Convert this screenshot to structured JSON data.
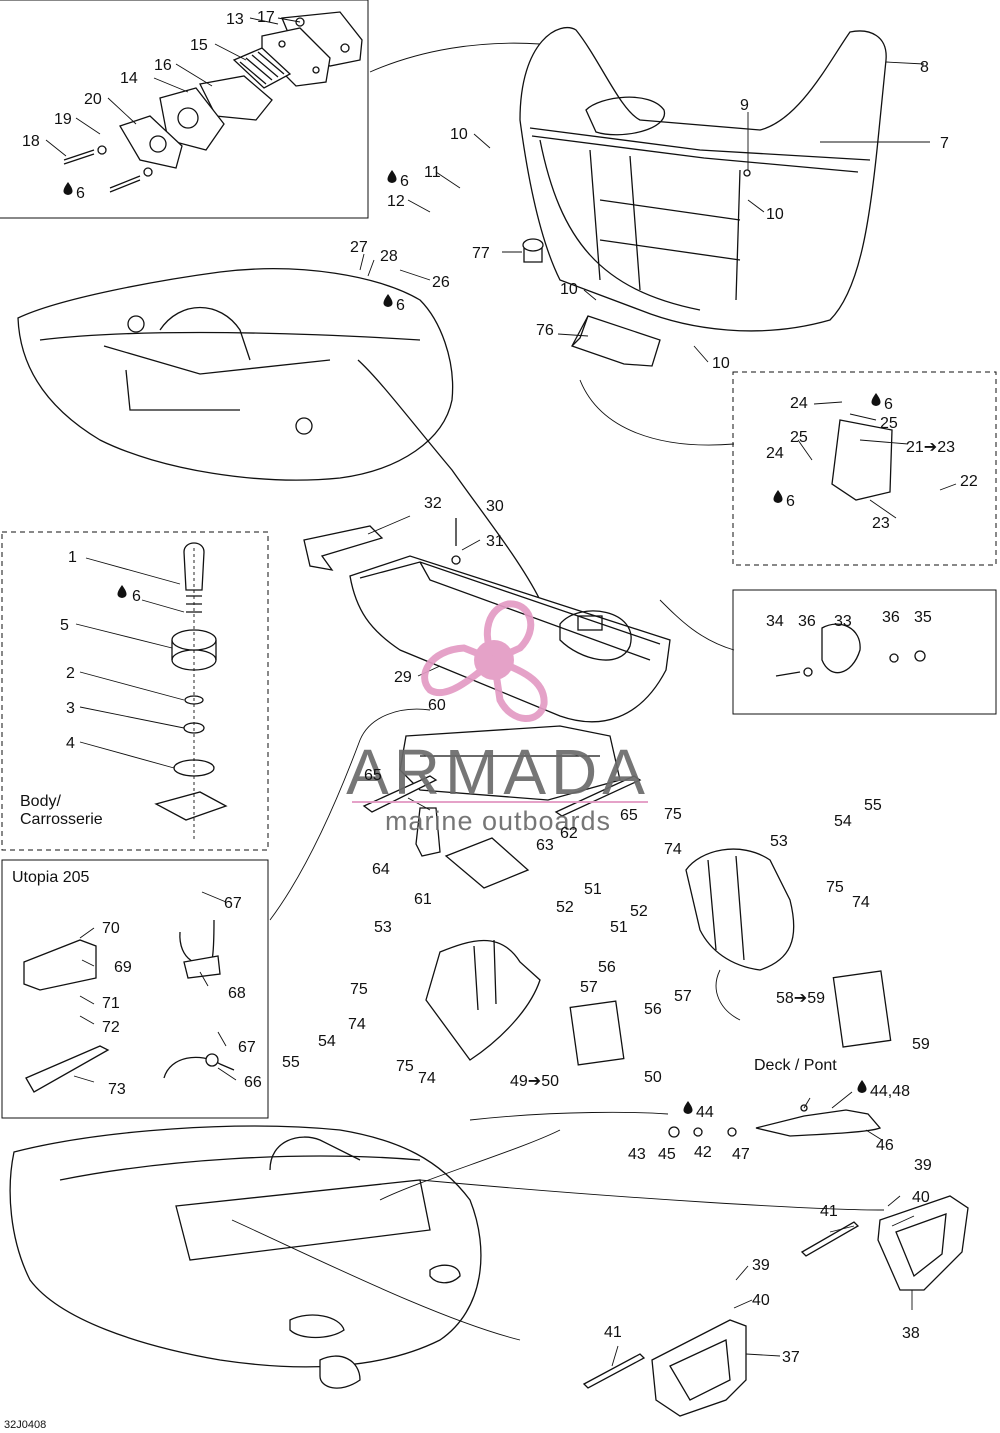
{
  "callouts": [
    {
      "id": "c1",
      "text": "1"
    },
    {
      "id": "c2",
      "text": "2"
    },
    {
      "id": "c3",
      "text": "3"
    },
    {
      "id": "c4",
      "text": "4"
    },
    {
      "id": "c5",
      "text": "5"
    },
    {
      "id": "c6a",
      "text": "6"
    },
    {
      "id": "c6b",
      "text": "6"
    },
    {
      "id": "c6c",
      "text": "6"
    },
    {
      "id": "c6d",
      "text": "6"
    },
    {
      "id": "c6e",
      "text": "6"
    },
    {
      "id": "c6f",
      "text": "6"
    },
    {
      "id": "c7",
      "text": "7"
    },
    {
      "id": "c8",
      "text": "8"
    },
    {
      "id": "c9",
      "text": "9"
    },
    {
      "id": "c10a",
      "text": "10"
    },
    {
      "id": "c10b",
      "text": "10"
    },
    {
      "id": "c10c",
      "text": "10"
    },
    {
      "id": "c10d",
      "text": "10"
    },
    {
      "id": "c11",
      "text": "11"
    },
    {
      "id": "c12",
      "text": "12"
    },
    {
      "id": "c13",
      "text": "13"
    },
    {
      "id": "c14",
      "text": "14"
    },
    {
      "id": "c15",
      "text": "15"
    },
    {
      "id": "c16",
      "text": "16"
    },
    {
      "id": "c17",
      "text": "17"
    },
    {
      "id": "c18",
      "text": "18"
    },
    {
      "id": "c19",
      "text": "19"
    },
    {
      "id": "c20",
      "text": "20"
    },
    {
      "id": "c21",
      "text": "21➔23"
    },
    {
      "id": "c22",
      "text": "22"
    },
    {
      "id": "c23",
      "text": "23"
    },
    {
      "id": "c24a",
      "text": "24"
    },
    {
      "id": "c24b",
      "text": "24"
    },
    {
      "id": "c25a",
      "text": "25"
    },
    {
      "id": "c25b",
      "text": "25"
    },
    {
      "id": "c26",
      "text": "26"
    },
    {
      "id": "c27",
      "text": "27"
    },
    {
      "id": "c28",
      "text": "28"
    },
    {
      "id": "c29",
      "text": "29"
    },
    {
      "id": "c30",
      "text": "30"
    },
    {
      "id": "c31",
      "text": "31"
    },
    {
      "id": "c32",
      "text": "32"
    },
    {
      "id": "c33",
      "text": "33"
    },
    {
      "id": "c34",
      "text": "34"
    },
    {
      "id": "c35",
      "text": "35"
    },
    {
      "id": "c36a",
      "text": "36"
    },
    {
      "id": "c36b",
      "text": "36"
    },
    {
      "id": "c37",
      "text": "37"
    },
    {
      "id": "c38",
      "text": "38"
    },
    {
      "id": "c39a",
      "text": "39"
    },
    {
      "id": "c39b",
      "text": "39"
    },
    {
      "id": "c40a",
      "text": "40"
    },
    {
      "id": "c40b",
      "text": "40"
    },
    {
      "id": "c41a",
      "text": "41"
    },
    {
      "id": "c41b",
      "text": "41"
    },
    {
      "id": "c42",
      "text": "42"
    },
    {
      "id": "c43",
      "text": "43"
    },
    {
      "id": "c44",
      "text": "44"
    },
    {
      "id": "c44_48",
      "text": "44,48"
    },
    {
      "id": "c45",
      "text": "45"
    },
    {
      "id": "c46",
      "text": "46"
    },
    {
      "id": "c47",
      "text": "47"
    },
    {
      "id": "c49",
      "text": "49➔50"
    },
    {
      "id": "c50",
      "text": "50"
    },
    {
      "id": "c51a",
      "text": "51"
    },
    {
      "id": "c51b",
      "text": "51"
    },
    {
      "id": "c52a",
      "text": "52"
    },
    {
      "id": "c52b",
      "text": "52"
    },
    {
      "id": "c53a",
      "text": "53"
    },
    {
      "id": "c53b",
      "text": "53"
    },
    {
      "id": "c54a",
      "text": "54"
    },
    {
      "id": "c54b",
      "text": "54"
    },
    {
      "id": "c55a",
      "text": "55"
    },
    {
      "id": "c55b",
      "text": "55"
    },
    {
      "id": "c56a",
      "text": "56"
    },
    {
      "id": "c56b",
      "text": "56"
    },
    {
      "id": "c57a",
      "text": "57"
    },
    {
      "id": "c57b",
      "text": "57"
    },
    {
      "id": "c58",
      "text": "58➔59"
    },
    {
      "id": "c59",
      "text": "59"
    },
    {
      "id": "c60",
      "text": "60"
    },
    {
      "id": "c61",
      "text": "61"
    },
    {
      "id": "c62",
      "text": "62"
    },
    {
      "id": "c63",
      "text": "63"
    },
    {
      "id": "c64",
      "text": "64"
    },
    {
      "id": "c65a",
      "text": "65"
    },
    {
      "id": "c65b",
      "text": "65"
    },
    {
      "id": "c66",
      "text": "66"
    },
    {
      "id": "c67a",
      "text": "67"
    },
    {
      "id": "c67b",
      "text": "67"
    },
    {
      "id": "c68",
      "text": "68"
    },
    {
      "id": "c69",
      "text": "69"
    },
    {
      "id": "c70",
      "text": "70"
    },
    {
      "id": "c71",
      "text": "71"
    },
    {
      "id": "c72",
      "text": "72"
    },
    {
      "id": "c73",
      "text": "73"
    },
    {
      "id": "c74a",
      "text": "74"
    },
    {
      "id": "c74b",
      "text": "74"
    },
    {
      "id": "c74c",
      "text": "74"
    },
    {
      "id": "c74d",
      "text": "74"
    },
    {
      "id": "c75a",
      "text": "75"
    },
    {
      "id": "c75b",
      "text": "75"
    },
    {
      "id": "c75c",
      "text": "75"
    },
    {
      "id": "c75d",
      "text": "75"
    },
    {
      "id": "c76",
      "text": "76"
    },
    {
      "id": "c77",
      "text": "77"
    }
  ],
  "labels": {
    "body": "Body/",
    "carrosserie": "Carrosserie",
    "utopia": "Utopia 205",
    "deck_pont": "Deck / Pont",
    "ref_code": "32J0408"
  },
  "watermark": {
    "brand": "ARMADA",
    "tagline": "marine outboards",
    "color_pink": "#e39bc4",
    "color_gray": "#6b6b6b"
  }
}
